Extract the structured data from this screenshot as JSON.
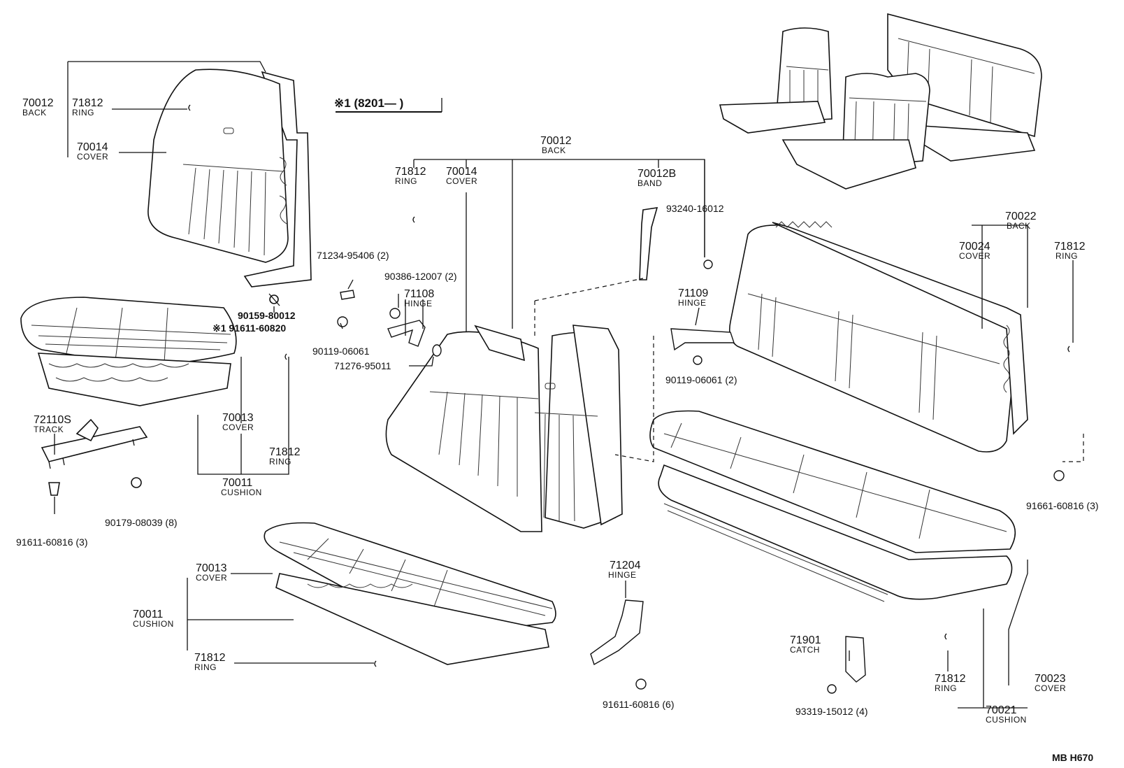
{
  "header_note": "※1 (8201—      )",
  "footer_code": "MB H670",
  "callouts": [
    {
      "num": "70012",
      "sub": "BACK"
    },
    {
      "num": "71812",
      "sub": "RING"
    },
    {
      "num": "70014",
      "sub": "COVER"
    },
    {
      "pn": "90159-80012"
    },
    {
      "pn": "※1 91611-60820"
    },
    {
      "num": "70013",
      "sub": "COVER"
    },
    {
      "num": "72110S",
      "sub": "TRACK"
    },
    {
      "num": "71812",
      "sub": "RING"
    },
    {
      "num": "70011",
      "sub": "CUSHION"
    },
    {
      "pn": "91611-60816 (3)"
    },
    {
      "pn": "90179-08039 (8)"
    },
    {
      "num": "70012",
      "sub": "BACK"
    },
    {
      "num": "71812",
      "sub": "RING"
    },
    {
      "num": "70014",
      "sub": "COVER"
    },
    {
      "num": "70012B",
      "sub": "BAND"
    },
    {
      "pn": "93240-16012"
    },
    {
      "pn": "71234-95406 (2)"
    },
    {
      "pn": "90386-12007 (2)"
    },
    {
      "num": "71108",
      "sub": "HINGE"
    },
    {
      "pn": "90119-06061"
    },
    {
      "pn": "71276-95011"
    },
    {
      "num": "71109",
      "sub": "HINGE"
    },
    {
      "pn": "90119-06061 (2)"
    },
    {
      "num": "70022",
      "sub": "BACK"
    },
    {
      "num": "70024",
      "sub": "COVER"
    },
    {
      "num": "71812",
      "sub": "RING"
    },
    {
      "pn": "91661-60816 (3)"
    },
    {
      "num": "70013",
      "sub": "COVER"
    },
    {
      "num": "70011",
      "sub": "CUSHION"
    },
    {
      "num": "71812",
      "sub": "RING"
    },
    {
      "num": "71204",
      "sub": "HINGE"
    },
    {
      "pn": "91611-60816 (6)"
    },
    {
      "num": "71901",
      "sub": "CATCH"
    },
    {
      "pn": "93319-15012 (4)"
    },
    {
      "num": "71812",
      "sub": "RING"
    },
    {
      "num": "70023",
      "sub": "COVER"
    },
    {
      "num": "70021",
      "sub": "CUSHION"
    }
  ]
}
